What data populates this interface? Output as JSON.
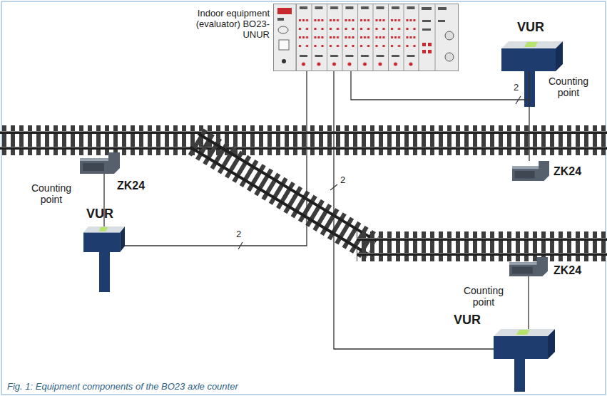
{
  "diagram": {
    "caption": "Fig. 1: Equipment components of the BO23 axle counter",
    "nodes": [
      {
        "text": [
          "Indoor equipment (evaluator) BO23-UNUR"
        ]
      },
      {
        "text": [
          "VUR"
        ]
      },
      {
        "text": [
          "ZK24"
        ]
      },
      {
        "text": [
          "ZK24"
        ]
      },
      {
        "text": [
          "VUR"
        ]
      },
      {
        "text": [
          "ZK24"
        ]
      },
      {
        "text": [
          "VUR"
        ]
      }
    ],
    "edges": [
      {
        "from": 0,
        "to": 1,
        "arrow": "none",
        "label": "2"
      },
      {
        "from": 0,
        "to": 4,
        "arrow": "none",
        "label": "2"
      },
      {
        "from": 0,
        "to": 6,
        "arrow": "none",
        "label": "2"
      },
      {
        "from": 1,
        "to": 3,
        "arrow": "none"
      },
      {
        "from": 2,
        "to": 4,
        "arrow": "none"
      },
      {
        "from": 5,
        "to": 6,
        "arrow": "none"
      }
    ],
    "labels": [
      "Counting point",
      "Counting point",
      "Counting point"
    ]
  }
}
